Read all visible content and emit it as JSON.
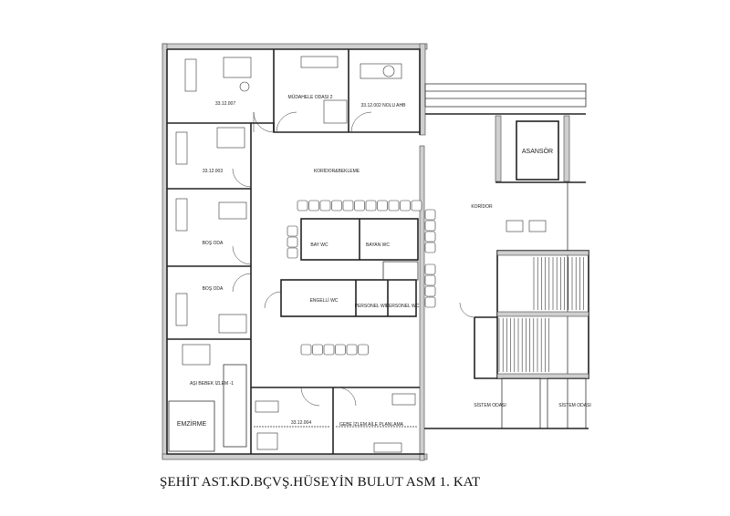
{
  "title": "ŞEHİT AST.KD.BÇVŞ.HÜSEYİN BULUT ASM 1. KAT",
  "rooms": {
    "r007": "33.12.007",
    "mudahele": "MÜDAHELE ODASI 2",
    "ahb002": "33.12.002 NOLU AHB",
    "r003": "33.12.003",
    "koridor_bekleme": "KORİDOR&BEKLEME",
    "bos_oda_1": "BOŞ ODA",
    "bos_oda_2": "BOŞ ODA",
    "koridor": "KORİDOR",
    "asansor": "ASANSÖR",
    "asi_bebek": "AŞI BEBEK İZLEM -1",
    "emzirme": "EMZİRME",
    "r004": "33.12.004",
    "gebe": "GEBE İZLEM AİLE PLANLAMA",
    "bay_wc": "BAY WC",
    "bayan_wc": "BAYAN WC",
    "engelli_wc": "ENGELLİ WC",
    "personel_wc_1": "PERSONEL WC",
    "personel_wc_2": "PERSONEL WC",
    "sistem_1": "SİSTEM ODASI",
    "sistem_2": "SİSTEM ODASI"
  }
}
